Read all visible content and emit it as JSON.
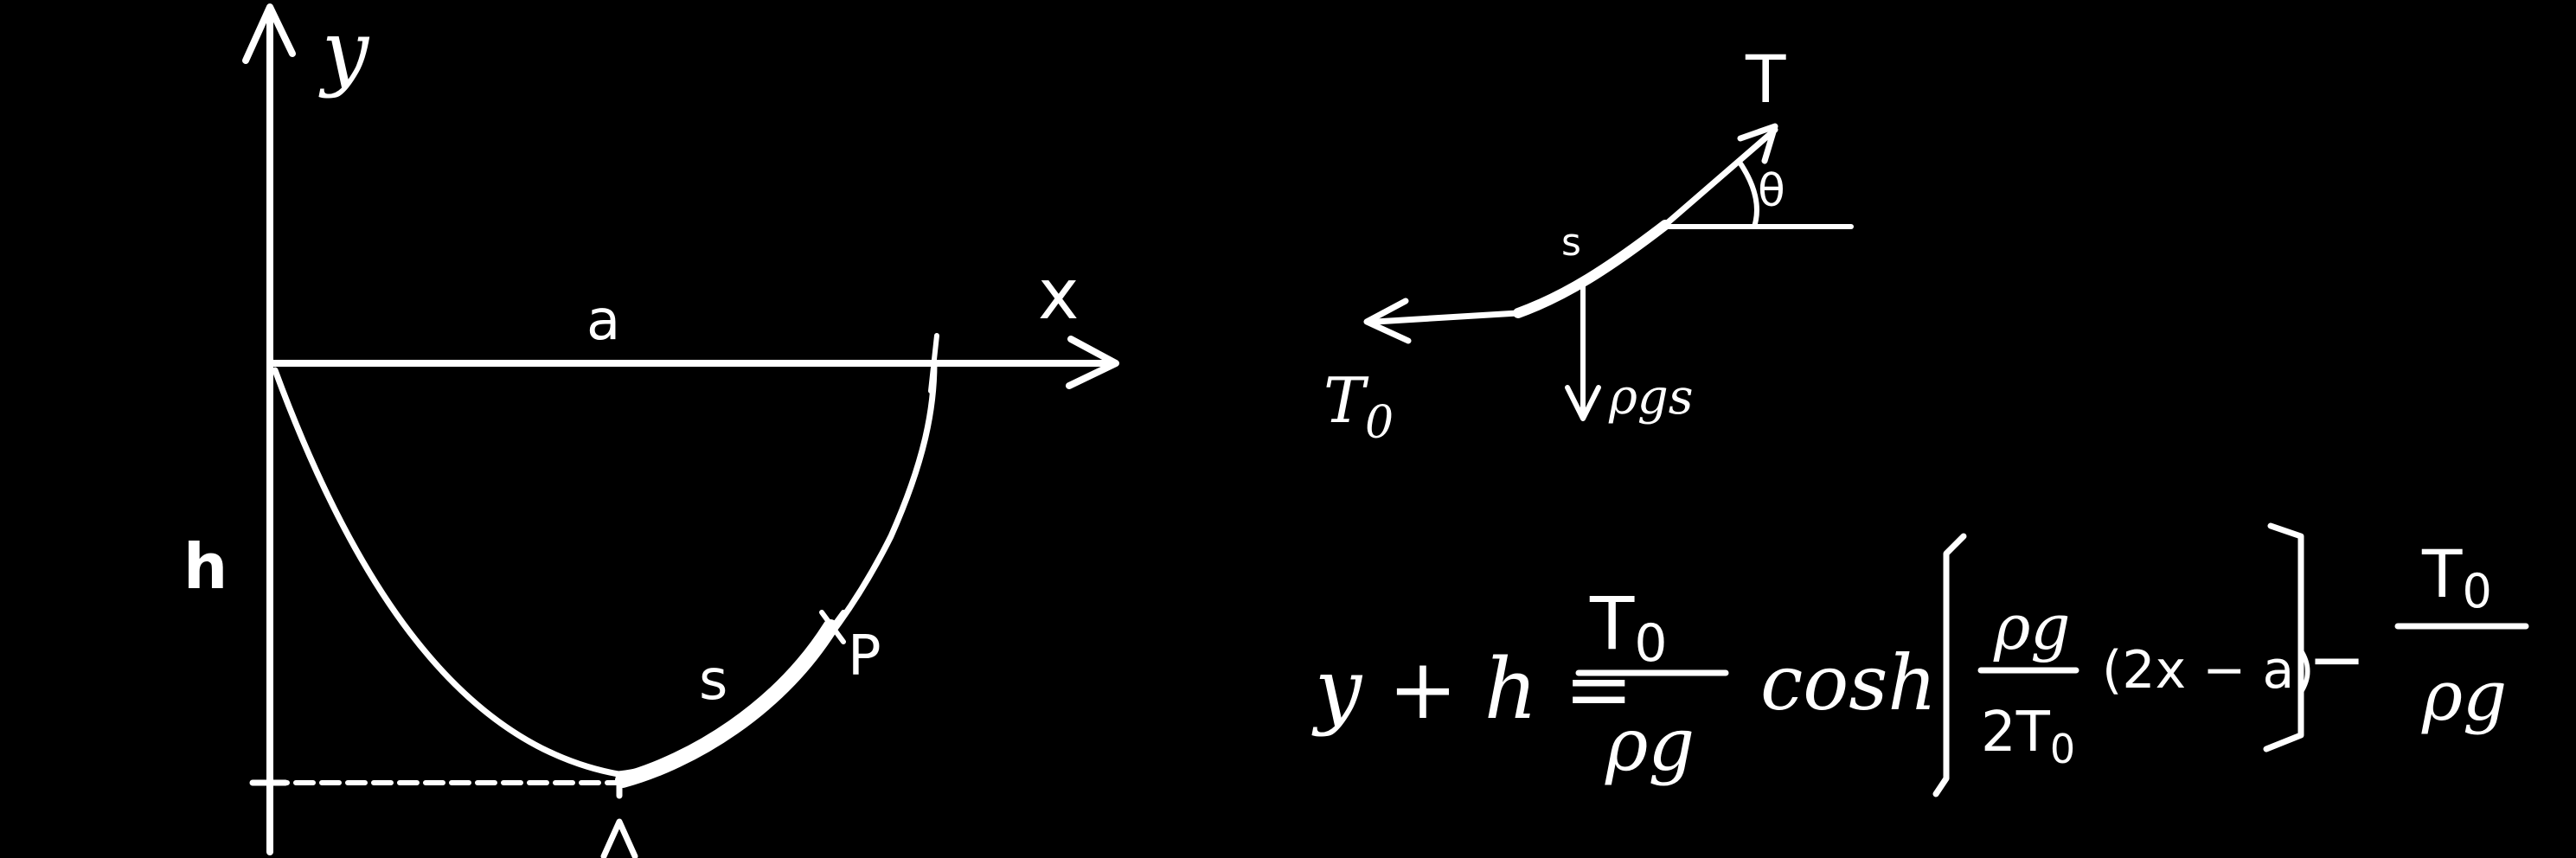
{
  "colors": {
    "background": "#000000",
    "chalk": "#ffffff"
  },
  "left_diagram": {
    "y_axis_label": "y",
    "x_axis_label": "x",
    "span_label": "a",
    "depth_label": "h",
    "arc_label": "s",
    "point_label": "P"
  },
  "free_body": {
    "tension_label": "T",
    "angle_label": "θ",
    "arc_label": "s",
    "horizontal_tension_label": "T",
    "horizontal_tension_sub": "0",
    "weight_label": "ρgs"
  },
  "equation": {
    "lhs": "y + h =",
    "frac1_num": "T",
    "frac1_num_sub": "0",
    "frac1_den": "ρg",
    "func": "cosh",
    "inner_num": "ρg",
    "inner_den": "2T",
    "inner_den_sub": "0",
    "inner_arg": "(2x − a)",
    "minus": "−",
    "frac2_num": "T",
    "frac2_num_sub": "0",
    "frac2_den": "ρg"
  }
}
